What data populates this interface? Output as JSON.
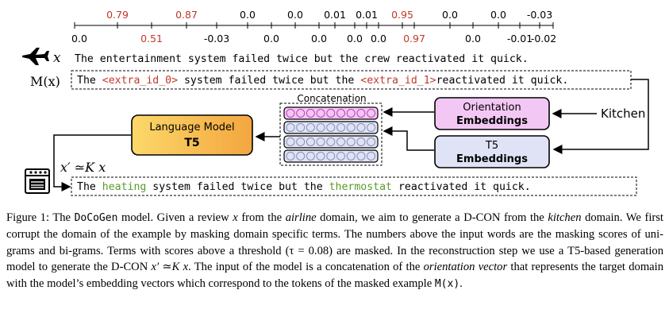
{
  "scores_top": [
    {
      "text": "0.79",
      "highlight": true
    },
    {
      "text": "0.87",
      "highlight": true
    },
    {
      "text": "0.0",
      "highlight": false
    },
    {
      "text": "0.0",
      "highlight": false
    },
    {
      "text": "0.01",
      "highlight": false
    },
    {
      "text": "0.01",
      "highlight": false
    },
    {
      "text": "0.95",
      "highlight": true
    },
    {
      "text": "0.0",
      "highlight": false
    },
    {
      "text": "0.0",
      "highlight": false
    },
    {
      "text": "-0.03",
      "highlight": false
    }
  ],
  "scores_bottom": [
    {
      "text": "0.0",
      "highlight": false
    },
    {
      "text": "0.51",
      "highlight": true
    },
    {
      "text": "-0.03",
      "highlight": false
    },
    {
      "text": "0.0",
      "highlight": false
    },
    {
      "text": "0.0",
      "highlight": false
    },
    {
      "text": "0.0",
      "highlight": false
    },
    {
      "text": "0.0",
      "highlight": false
    },
    {
      "text": "0.97",
      "highlight": true
    },
    {
      "text": "0.0",
      "highlight": false
    },
    {
      "text": "-0.01",
      "highlight": false
    },
    {
      "text": "-0.02",
      "highlight": false
    }
  ],
  "rows": {
    "input_label": "x",
    "input_sentence": "The entertainment system failed twice but the crew reactivated it quick.",
    "masked_label": "M(x)",
    "masked_parts": [
      {
        "text": "The ",
        "style": "plain"
      },
      {
        "text": "<extra_id_0>",
        "style": "mask"
      },
      {
        "text": " system failed twice but the ",
        "style": "plain"
      },
      {
        "text": "<extra_id_1>",
        "style": "mask"
      },
      {
        "text": "reactivated it quick.",
        "style": "plain"
      }
    ],
    "output_parts": [
      {
        "text": "The ",
        "style": "plain"
      },
      {
        "text": "heating",
        "style": "domain"
      },
      {
        "text": " system failed twice but the ",
        "style": "plain"
      },
      {
        "text": "thermostat",
        "style": "domain"
      },
      {
        "text": " reactivated it quick.",
        "style": "plain"
      }
    ],
    "relation_label": "x′ ≃K x"
  },
  "boxes": {
    "concatenation": "Concatenation",
    "orientation_line1": "Orientation",
    "orientation_line2": "Embeddings",
    "t5emb_line1": "T5",
    "t5emb_line2": "Embeddings",
    "lm_line1": "Language Model",
    "lm_line2": "T5",
    "kitchen": "Kitchen"
  },
  "colors": {
    "score_highlight": "#c0392b",
    "mask_token": "#c0392b",
    "domain_token": "#5a9a2a",
    "orientation_fill": "#f3c7f3",
    "orientation_stroke": "#c040c0",
    "t5_fill": "#dfe3f5",
    "t5_stroke": "#8890b8",
    "lm_gradient_start": "#fcd86a",
    "lm_gradient_end": "#f3a640"
  },
  "icons": {
    "airplane": "airplane-icon",
    "oven": "oven-icon"
  },
  "caption": {
    "parts": [
      {
        "text": "Figure 1: The ",
        "style": "plain"
      },
      {
        "text": "DoCoGen",
        "style": "mono"
      },
      {
        "text": " model. Given a review ",
        "style": "plain"
      },
      {
        "text": "x",
        "style": "italic"
      },
      {
        "text": " from the ",
        "style": "plain"
      },
      {
        "text": "airline",
        "style": "italic"
      },
      {
        "text": " domain, we aim to generate a D-CON from the ",
        "style": "plain"
      },
      {
        "text": "kitchen",
        "style": "italic"
      },
      {
        "text": " domain. We first corrupt the domain of the example by masking domain specific terms. The numbers above the input words are the masking scores of uni-grams and bi-grams. Terms with scores above a threshold (τ = 0.08) are masked. In the reconstruction step we use a T5-based generation model to generate the D-CON ",
        "style": "plain"
      },
      {
        "text": "x′ ≃K x",
        "style": "italic"
      },
      {
        "text": ". The input of the model is a concatenation of the ",
        "style": "plain"
      },
      {
        "text": "orientation vector",
        "style": "italic"
      },
      {
        "text": " that represents the target domain with the model’s embedding vectors which correspond to the tokens of the masked example ",
        "style": "plain"
      },
      {
        "text": "M(x)",
        "style": "mono"
      },
      {
        "text": ".",
        "style": "plain"
      }
    ]
  }
}
